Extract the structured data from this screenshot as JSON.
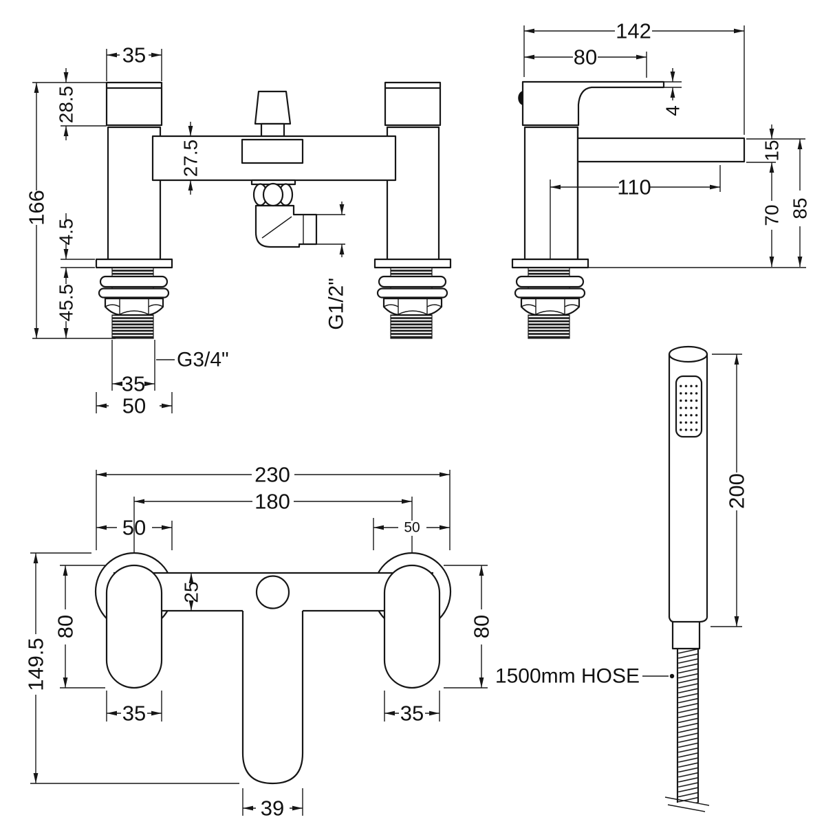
{
  "front": {
    "top_width": "35",
    "handle_height": "28.5",
    "body_height": "27.5",
    "total_height": "166",
    "deck_plate_thickness": "4.5",
    "tail_length": "45.5",
    "tail_thread": "G3/4\"",
    "tail_width": "35",
    "flange_width": "50",
    "shower_outlet_thread": "G1/2\""
  },
  "side": {
    "total_depth": "142",
    "handle_depth": "80",
    "lever_tip_thickness": "4",
    "spout_height": "15",
    "spout_reach": "110",
    "under_spout_height": "70",
    "spout_top_height": "85"
  },
  "plan": {
    "total_width": "230",
    "hole_centres": "180",
    "flange_diameter_left": "50",
    "flange_diameter_right": "50",
    "body_depth": "25",
    "handle_length_left": "80",
    "handle_length_right": "80",
    "overall_depth": "149.5",
    "handle_width_left": "35",
    "handle_width_right": "35",
    "spout_width": "39"
  },
  "handset": {
    "head_length": "200",
    "hose_label": "1500mm HOSE"
  }
}
